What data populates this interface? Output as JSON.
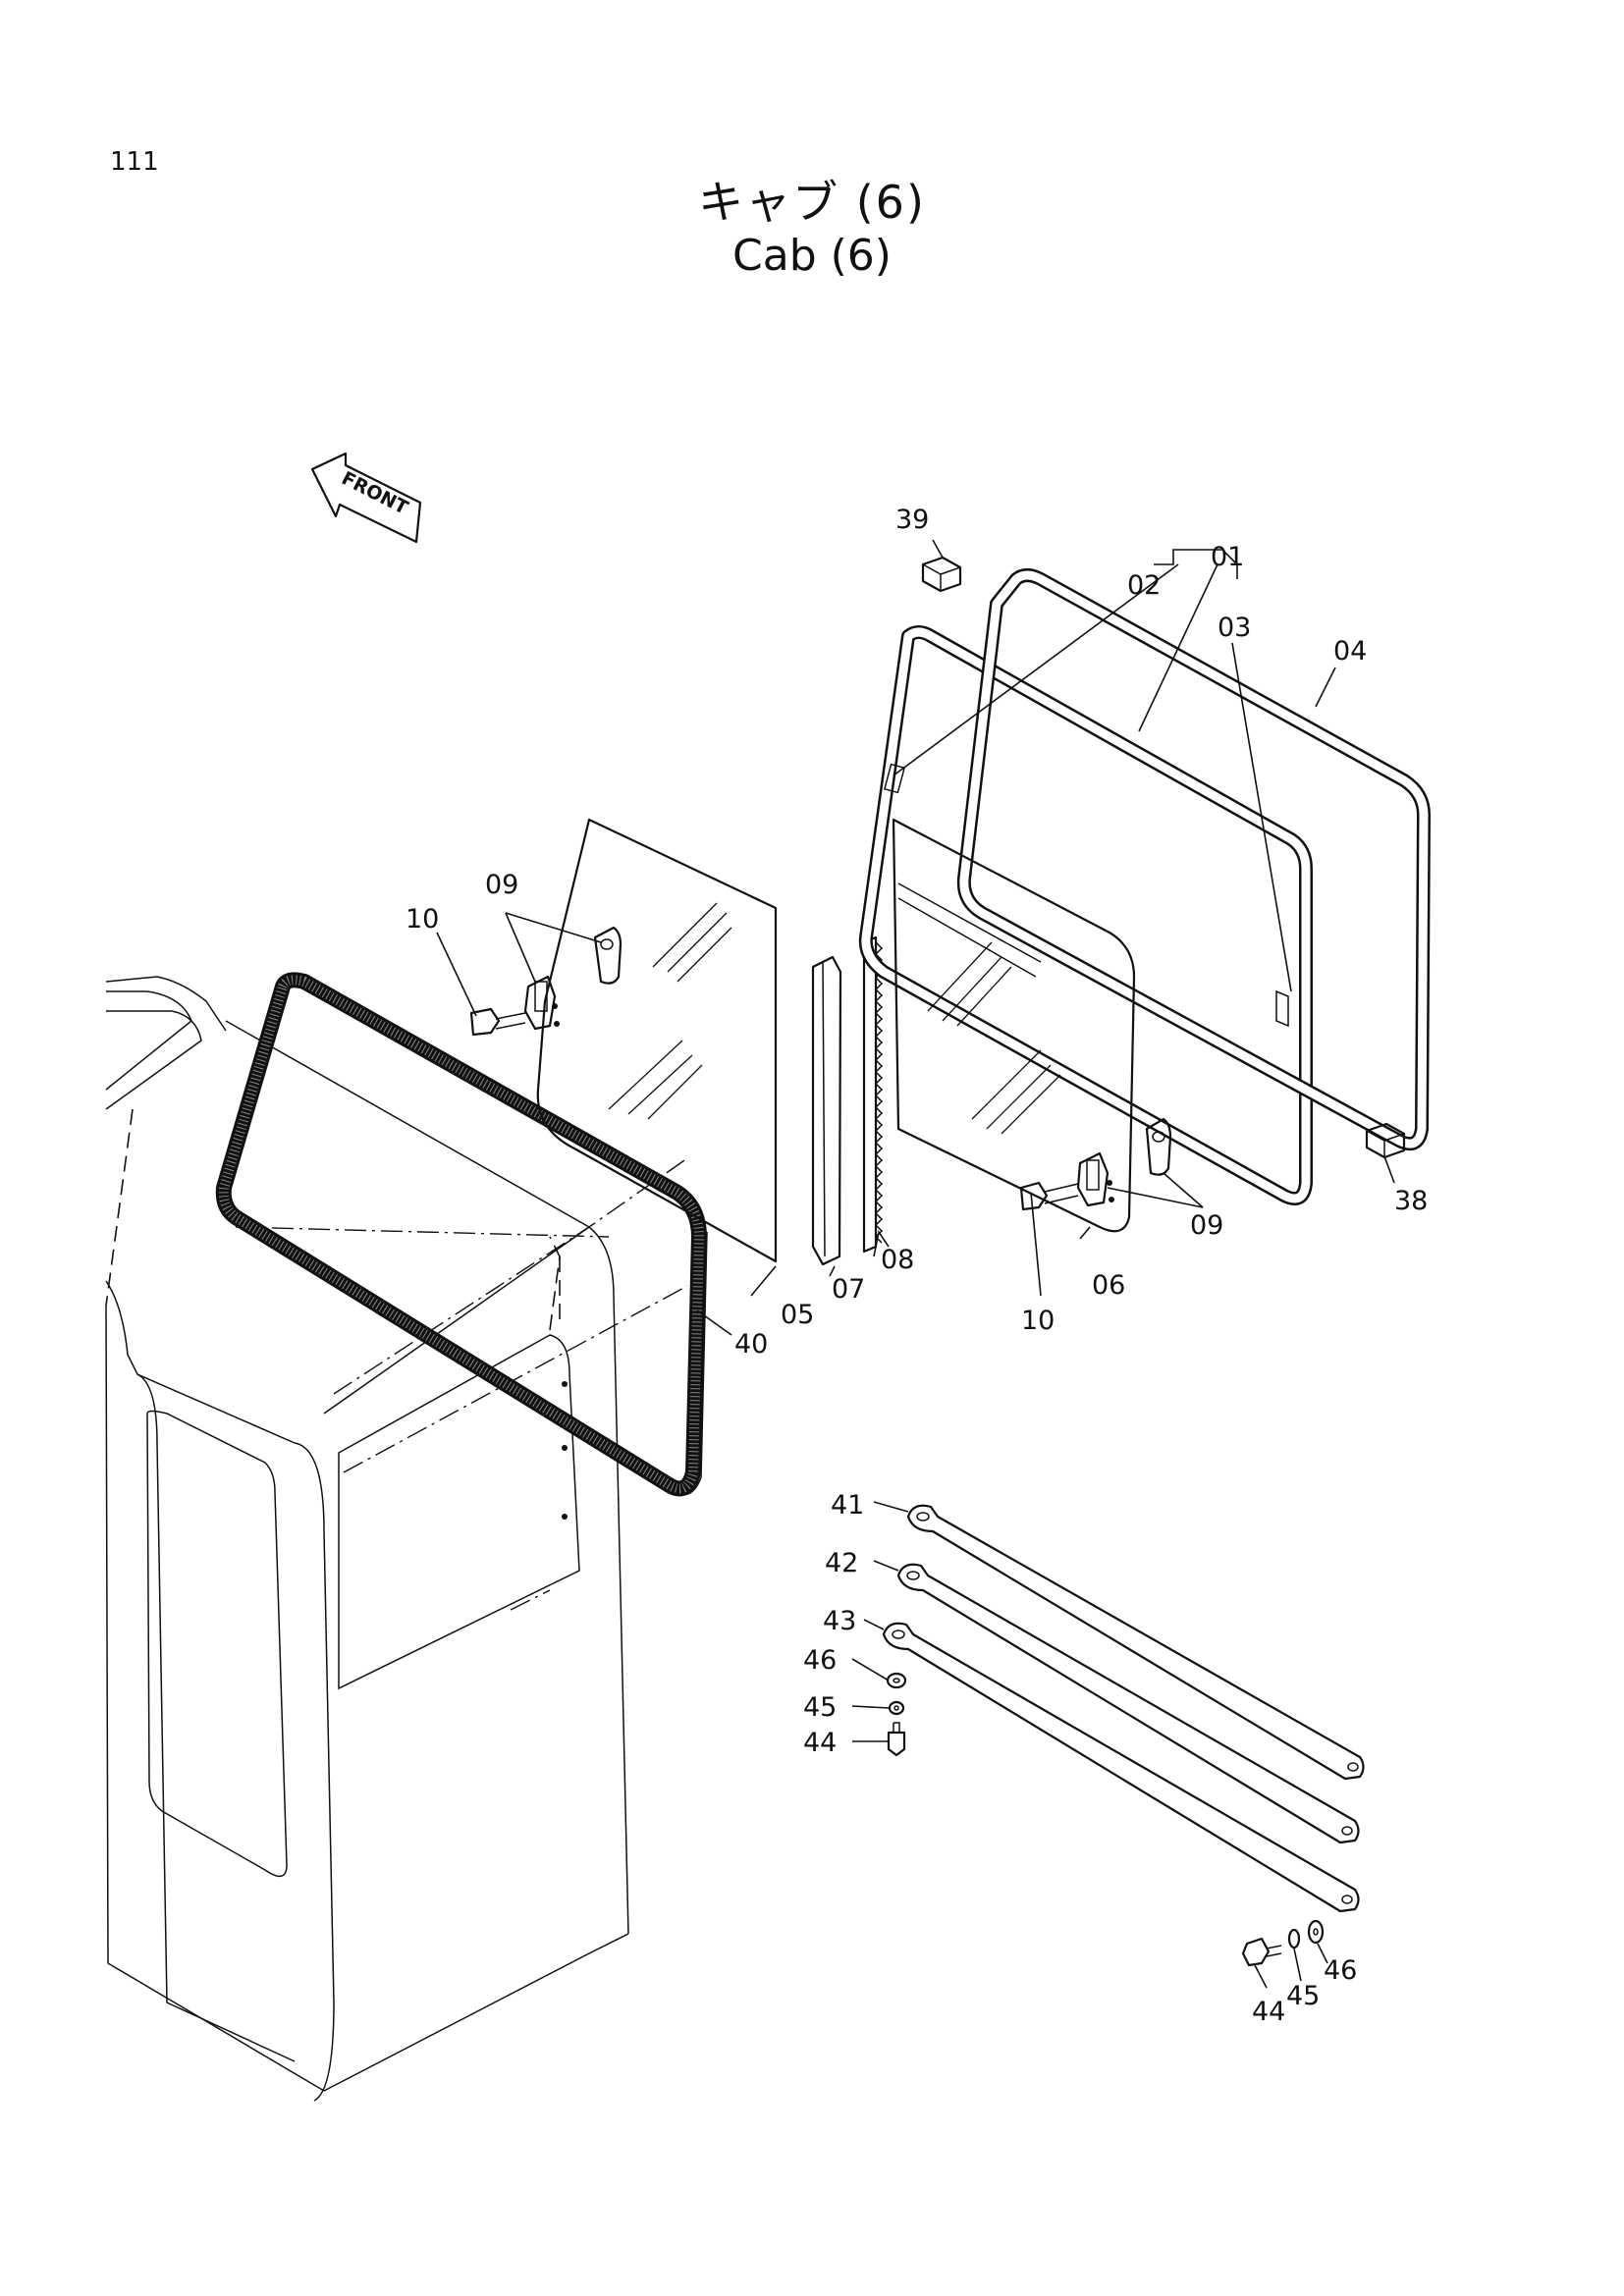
{
  "page": {
    "number": "111"
  },
  "title": {
    "japanese": "キャブ (6)",
    "english": "Cab (6)"
  },
  "front_arrow": {
    "label": "FRONT"
  },
  "callouts": {
    "c01": "01",
    "c02": "02",
    "c03": "03",
    "c04": "04",
    "c05": "05",
    "c06": "06",
    "c07": "07",
    "c08": "08",
    "c09_left": "09",
    "c09_right": "09",
    "c10_left": "10",
    "c10_right": "10",
    "c38": "38",
    "c39": "39",
    "c40": "40",
    "c41": "41",
    "c42": "42",
    "c43": "43",
    "c44_left": "44",
    "c45_left": "45",
    "c46_left": "46",
    "c44_right": "44",
    "c45_right": "45",
    "c46_right": "46"
  }
}
